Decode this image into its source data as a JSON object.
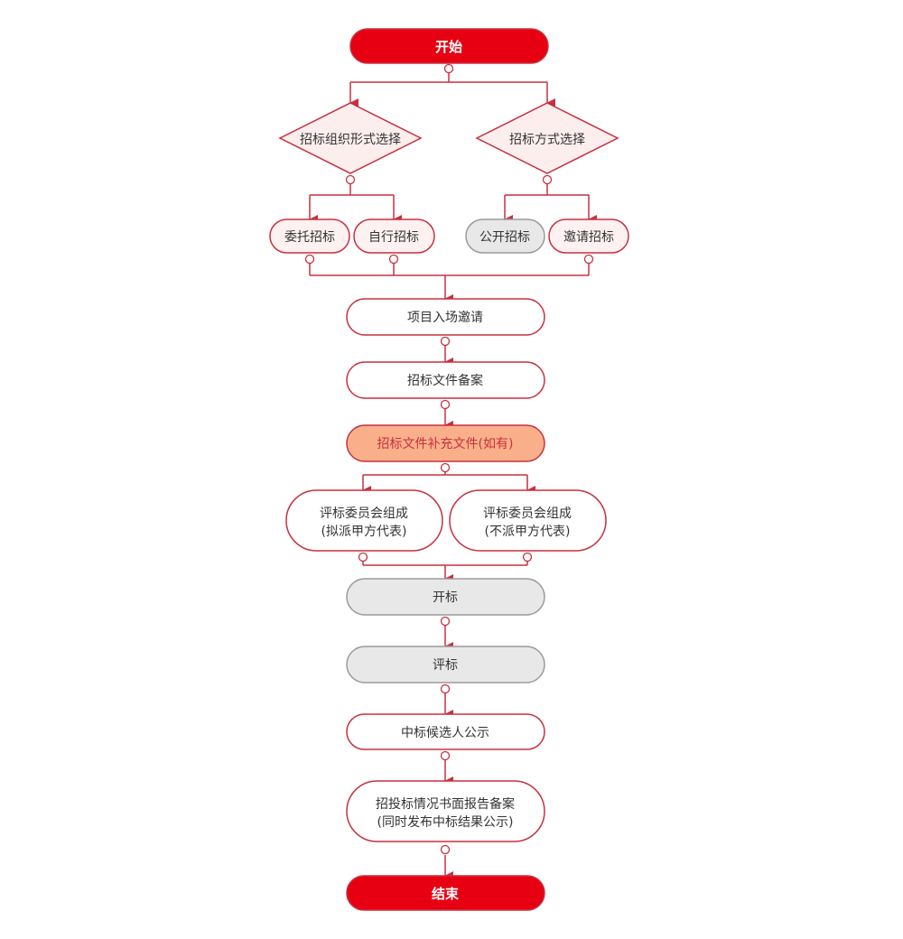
{
  "colors": {
    "stroke": "#c8303f",
    "terminal_fill": "#e60012",
    "terminal_text": "#ffffff",
    "node_fill": "#ffffff",
    "decision_fill": "#fdeeee",
    "pink_fill": "#fdf1f1",
    "gray_fill": "#e8e8e8",
    "gray_stroke": "#9a9a9a",
    "highlight_fill": "#f9b08a",
    "highlight_text": "#c8303f",
    "text": "#333333"
  },
  "nodes": {
    "start": "开始",
    "org_form_choice": "招标组织形式选择",
    "method_choice": "招标方式选择",
    "entrusted": "委托招标",
    "self_run": "自行招标",
    "public": "公开招标",
    "invited": "邀请招标",
    "project_entry": "项目入场邀请",
    "doc_filing": "招标文件备案",
    "doc_supplement": "招标文件补充文件(如有)",
    "committee_a_line1": "评标委员会组成",
    "committee_a_line2": "(拟派甲方代表)",
    "committee_b_line1": "评标委员会组成",
    "committee_b_line2": "(不派甲方代表)",
    "bid_opening": "开标",
    "bid_evaluation": "评标",
    "candidate_notice": "中标候选人公示",
    "report_line1": "招投标情况书面报告备案",
    "report_line2": "(同时发布中标结果公示)",
    "end": "结束"
  }
}
